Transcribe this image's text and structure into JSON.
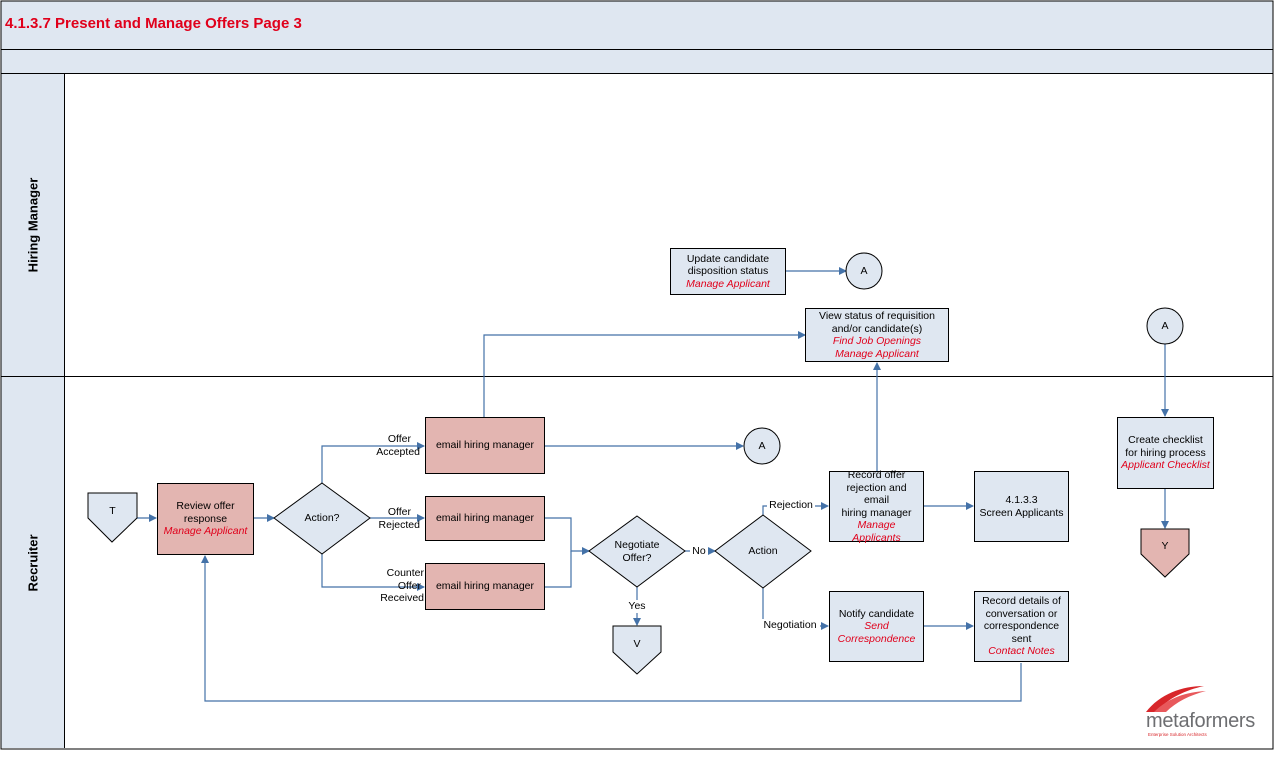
{
  "title": "4.1.3.7 Present and Manage Offers Page 3",
  "lanes": {
    "hiring_manager": "Hiring Manager",
    "recruiter": "Recruiter"
  },
  "connectors": {
    "t": "T",
    "a1": "A",
    "a2": "A",
    "a3": "A",
    "v": "V",
    "y": "Y"
  },
  "boxes": {
    "update_status": {
      "line1": "Update candidate",
      "line2": "disposition status",
      "link": "Manage Applicant"
    },
    "view_status": {
      "line1": "View status of requisition",
      "line2": "and/or candidate(s)",
      "link1": "Find Job Openings",
      "link2": "Manage Applicant"
    },
    "review_offer": {
      "line1": "Review offer",
      "line2": "response",
      "link": "Manage Applicant"
    },
    "email_accepted": {
      "label": "email hiring manager"
    },
    "email_rejected": {
      "label": "email hiring manager"
    },
    "email_counter": {
      "label": "email hiring manager"
    },
    "record_rejection": {
      "line1": "Record offer",
      "line2": "rejection and email",
      "line3": "hiring manager",
      "link1": "Manage",
      "link2": "Applicants"
    },
    "screen_applicants": {
      "line1": "4.1.3.3",
      "line2": "Screen Applicants"
    },
    "notify_candidate": {
      "line1": "Notify candidate",
      "link1": "Send",
      "link2": "Correspondence"
    },
    "record_details": {
      "line1": "Record details  of",
      "line2": "conversation or",
      "line3": "correspondence",
      "line4": "sent",
      "link": "Contact Notes"
    },
    "create_checklist": {
      "line1": "Create checklist",
      "line2": "for hiring  process",
      "link": "Applicant Checklist"
    }
  },
  "decisions": {
    "action1": "Action?",
    "negotiate_line1": "Negotiate",
    "negotiate_line2": "Offer?",
    "action2": "Action"
  },
  "edge_labels": {
    "offer_accepted_1": "Offer",
    "offer_accepted_2": "Accepted",
    "offer_rejected_1": "Offer",
    "offer_rejected_2": "Rejected",
    "counter_1": "Counter",
    "counter_2": "Offer",
    "counter_3": "Received",
    "no": "No",
    "yes": "Yes",
    "rejection": "Rejection",
    "negotiation": "Negotiation"
  },
  "logo": {
    "part1": "meta",
    "part2": "formers",
    "tagline": "Enterprise Solution Architects"
  },
  "colors": {
    "lane_fill": "#dfe7f1",
    "pink_fill": "#e3b5b1",
    "title_red": "#e0001b",
    "connector_blue": "#4472a8"
  }
}
